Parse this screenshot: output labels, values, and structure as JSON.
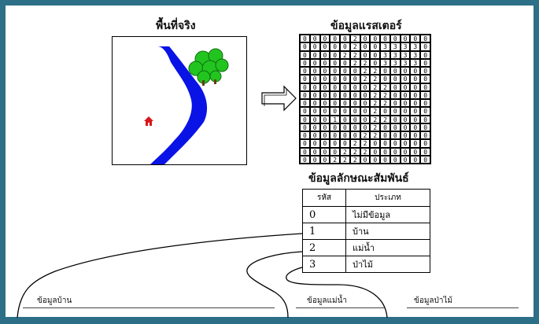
{
  "titles": {
    "real_area": "พื้นที่จริง",
    "raster_data": "ข้อมูลแรสเตอร์",
    "attribute_data": "ข้อมูลลักษณะสัมพันธ์"
  },
  "raster_grid": [
    "0000020000000",
    "0000020033330",
    "0000220033330",
    "0000022033330",
    "0000002200000",
    "0000002200000",
    "0000000220000",
    "0000000220000",
    "0000000220000",
    "0000000200000",
    "0001000220000",
    "0000000200000",
    "0000002200000",
    "0000022000000",
    "0000222000000",
    "0002220000000"
  ],
  "attribute_table": {
    "headers": {
      "code": "รหัส",
      "type": "ประเภท"
    },
    "rows": [
      {
        "code": "0",
        "type": "ไม่มีข้อมูล"
      },
      {
        "code": "1",
        "type": "บ้าน"
      },
      {
        "code": "2",
        "type": "แม่น้ำ"
      },
      {
        "code": "3",
        "type": "ป่าไม้"
      }
    ]
  },
  "layers": {
    "house": "ข้อมูลบ้าน",
    "river": "ข้อมูลแม่น้ำ",
    "forest": "ข้อมูลป่าไม้"
  },
  "colors": {
    "frame": "#2c6f86",
    "river": "#0a13e6",
    "forest": "#22c51f",
    "house": "#d8161b"
  }
}
